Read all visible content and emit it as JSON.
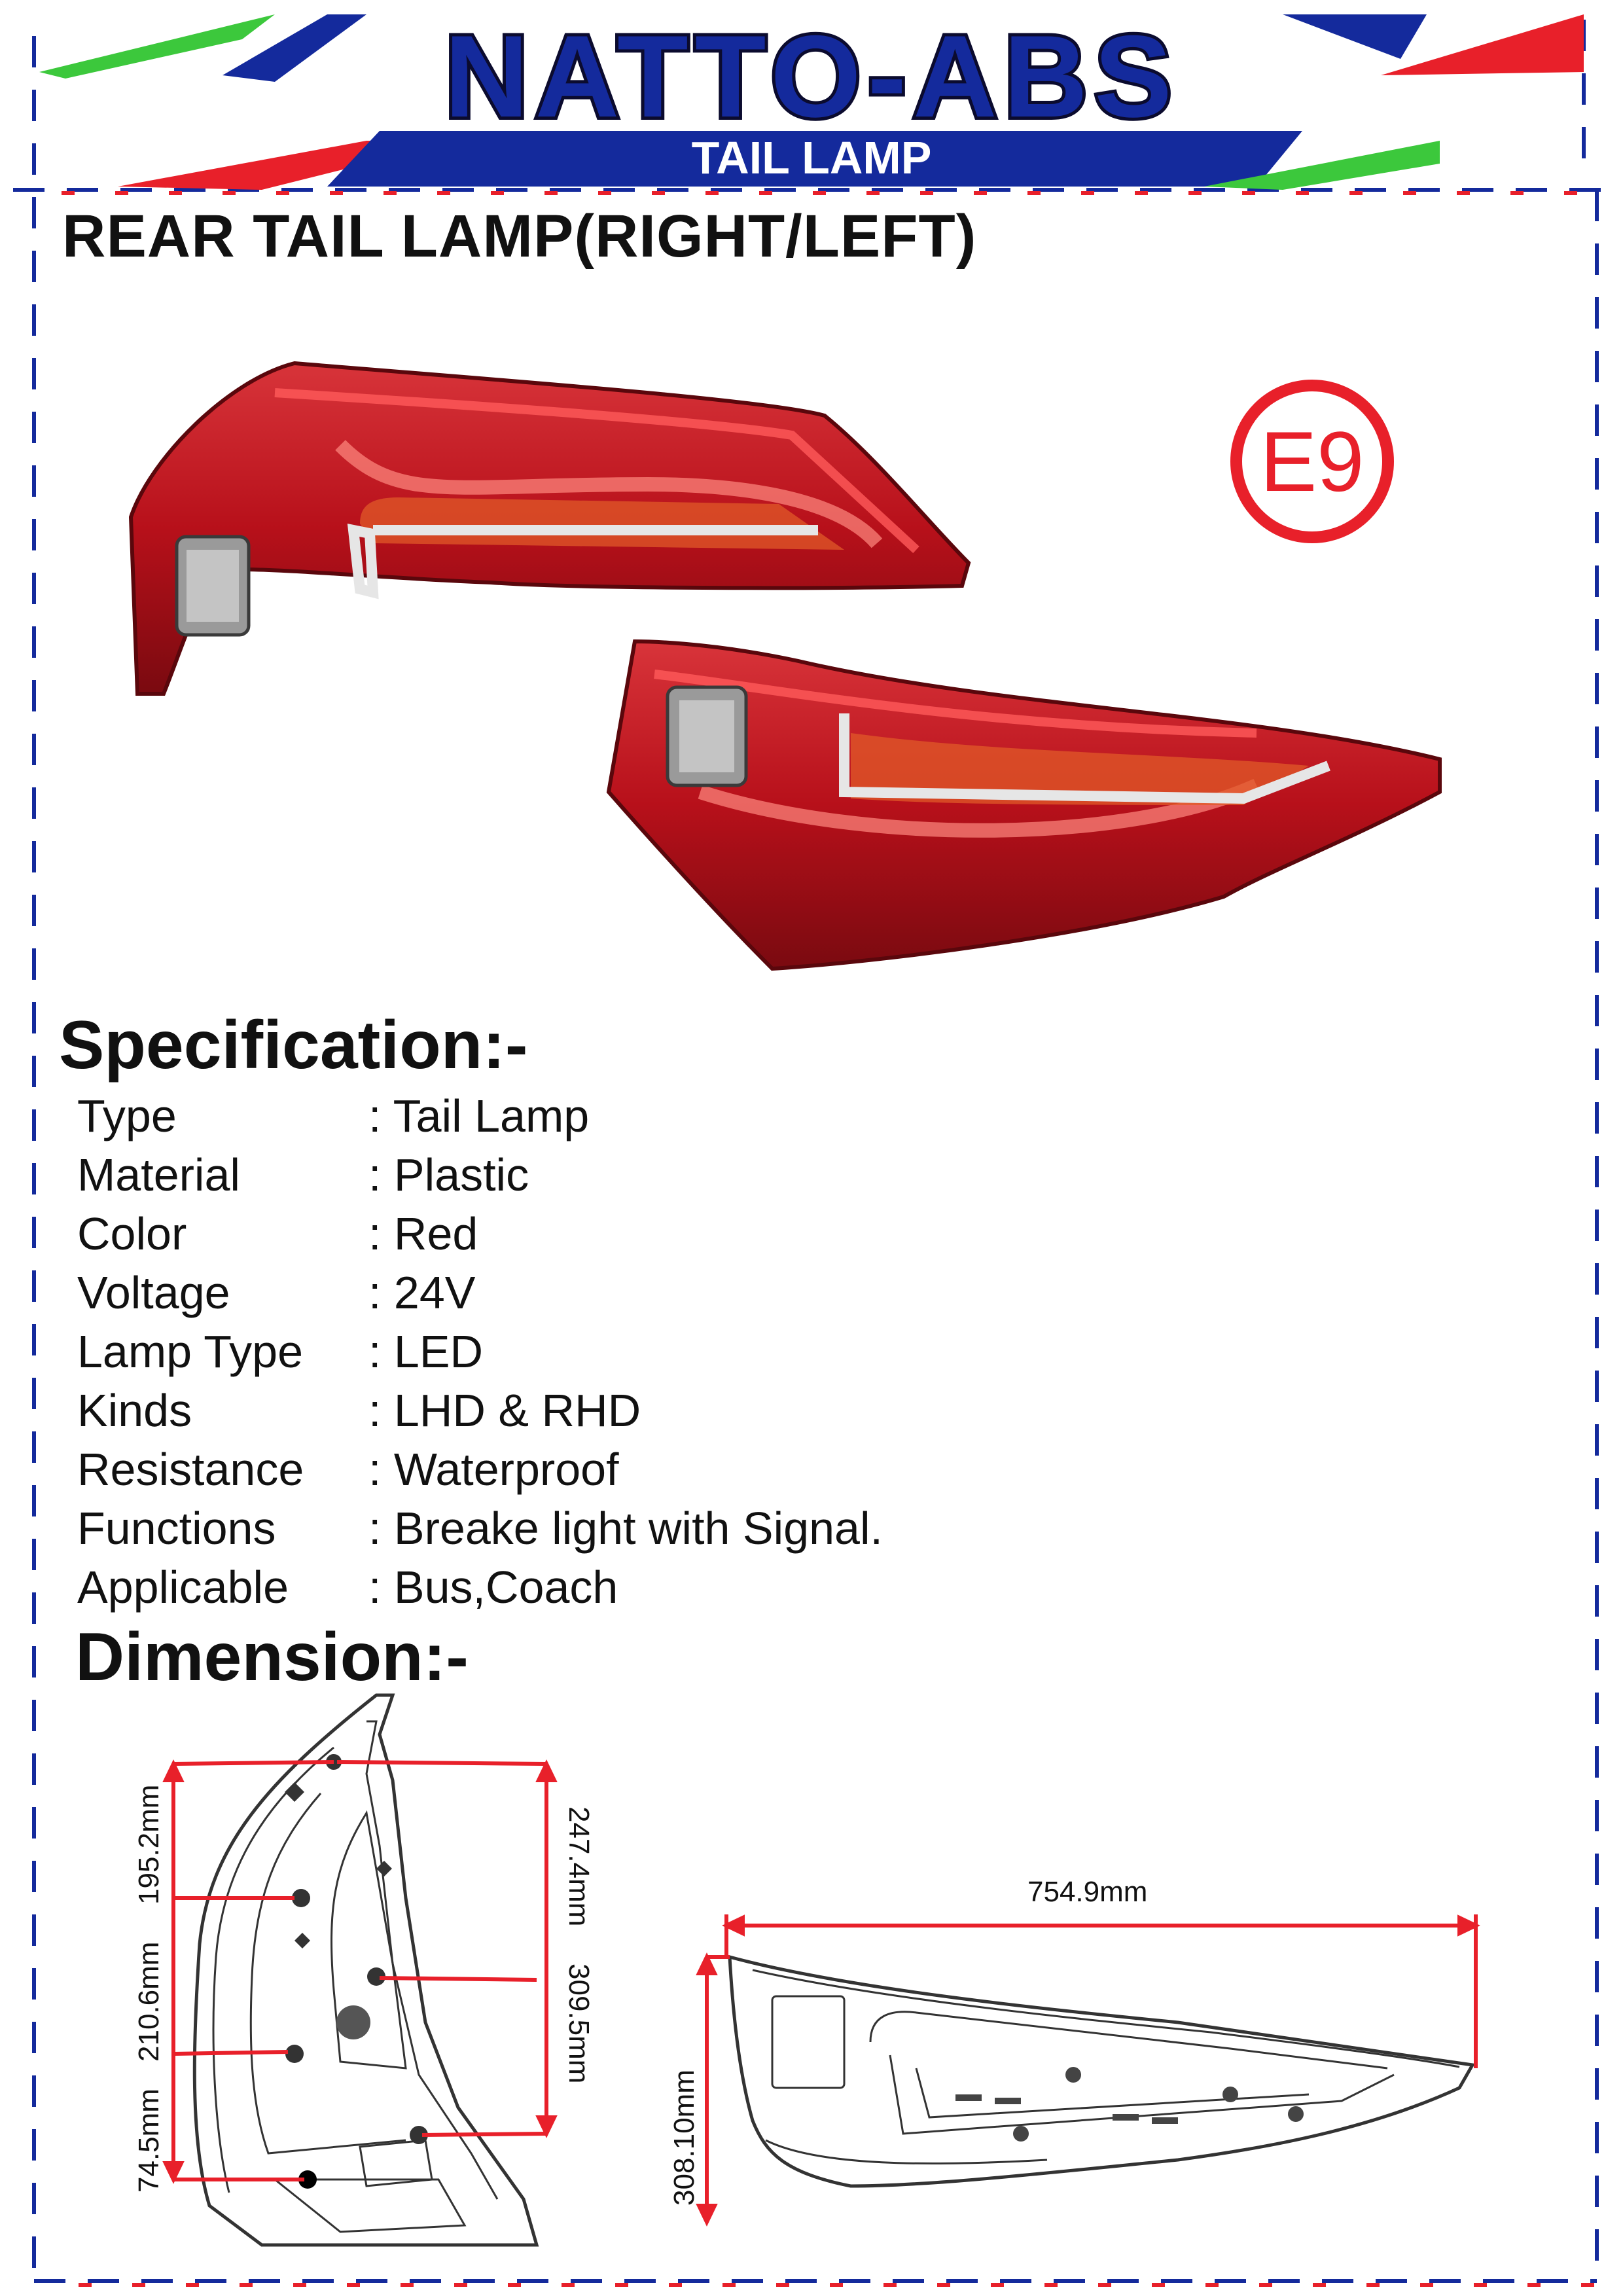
{
  "header": {
    "brand": "NATTO-ABS",
    "category": "TAIL LAMP",
    "colors": {
      "blue": "#142a9c",
      "green": "#3cc83c",
      "red": "#e8202a",
      "navy": "#0b0b2e"
    }
  },
  "product": {
    "title": "REAR TAIL LAMP(RIGHT/LEFT)",
    "certification": "E9"
  },
  "specification": {
    "heading": "Specification:-",
    "rows": [
      {
        "label": "Type",
        "value": ": Tail Lamp"
      },
      {
        "label": "Material",
        "value": ": Plastic"
      },
      {
        "label": "Color",
        "value": ": Red"
      },
      {
        "label": "Voltage",
        "value": ": 24V"
      },
      {
        "label": "Lamp Type",
        "value": ": LED"
      },
      {
        "label": "Kinds",
        "value": ": LHD & RHD"
      },
      {
        "label": "Resistance",
        "value": ": Waterproof"
      },
      {
        "label": "Functions",
        "value": ": Breake light with Signal."
      },
      {
        "label": "Applicable",
        "value": ": Bus,Coach"
      }
    ]
  },
  "dimension": {
    "heading": "Dimension:-",
    "side_view": {
      "labels": [
        "195.2mm",
        "210.6mm",
        "74.5mm",
        "247.4mm",
        "309.5mm"
      ]
    },
    "front_view": {
      "width": "754.9mm",
      "height": "308.10mm"
    }
  }
}
